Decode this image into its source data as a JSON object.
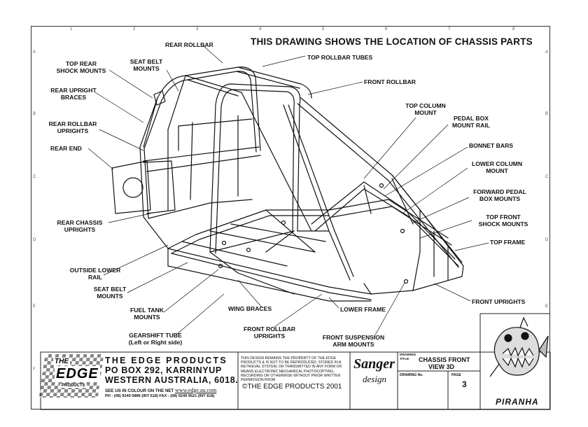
{
  "title": "THIS DRAWING SHOWS THE LOCATION OF CHASSIS PARTS",
  "border": {
    "top_numbers": [
      "1",
      "2",
      "3",
      "4",
      "5",
      "6",
      "7",
      "8"
    ],
    "side_letters": [
      "A",
      "B",
      "C",
      "D",
      "E",
      "F"
    ]
  },
  "labels": {
    "rear_rollbar": "REAR ROLLBAR",
    "top_rollbar_tubes": "TOP ROLLBAR TUBES",
    "top_rear_shock_mounts_1": "TOP REAR",
    "top_rear_shock_mounts_2": "SHOCK MOUNTS",
    "seat_belt_mounts_top_1": "SEAT BELT",
    "seat_belt_mounts_top_2": "MOUNTS",
    "front_rollbar": "FRONT ROLLBAR",
    "rear_upright_braces_1": "REAR UPRIGHT",
    "rear_upright_braces_2": "BRACES",
    "top_column_mount_1": "TOP COLUMN",
    "top_column_mount_2": "MOUNT",
    "rear_rollbar_uprights_1": "REAR ROLLBAR",
    "rear_rollbar_uprights_2": "UPRIGHTS",
    "pedal_box_mount_rail_1": "PEDAL BOX",
    "pedal_box_mount_rail_2": "MOUNT RAIL",
    "rear_end": "REAR END",
    "bonnet_bars": "BONNET BARS",
    "lower_column_mount_1": "LOWER COLUMN",
    "lower_column_mount_2": "MOUNT",
    "forward_pedal_box_mounts_1": "FORWARD PEDAL",
    "forward_pedal_box_mounts_2": "BOX MOUNTS",
    "top_front_shock_mounts_1": "TOP FRONT",
    "top_front_shock_mounts_2": "SHOCK MOUNTS",
    "rear_chassis_uprights_1": "REAR CHASSIS",
    "rear_chassis_uprights_2": "UPRIGHTS",
    "top_frame": "TOP FRAME",
    "outside_lower_rail_1": "OUTSIDE LOWER",
    "outside_lower_rail_2": "RAIL",
    "seat_belt_mounts_low_1": "SEAT BELT",
    "seat_belt_mounts_low_2": "MOUNTS",
    "front_uprights": "FRONT UPRIGHTS",
    "fuel_tank_mounts_1": "FUEL TANK",
    "fuel_tank_mounts_2": "MOUNTS",
    "wing_braces": "WING BRACES",
    "lower_frame": "LOWER FRAME",
    "front_rollbar_uprights_1": "FRONT ROLLBAR",
    "front_rollbar_uprights_2": "UPRIGHTS",
    "gearshift_tube_1": "GEARSHIFT TUBE",
    "gearshift_tube_2": "(Left or Right side)",
    "front_suspension_1": "FRONT SUSPENSION",
    "front_suspension_2": "ARM MOUNTS"
  },
  "title_block": {
    "logo_word": "EDGE",
    "logo_the": "THE",
    "logo_sub": "PRODUCTS",
    "company": "THE EDGE PRODUCTS",
    "address1": "PO BOX 292, KARRINYUP",
    "address2": "WESTERN AUSTRALIA, 6018.",
    "colour_note": "SEE US IN COLOUR ON THE NET",
    "website": "www.edge.au.com",
    "phone": "PH - (08) 9249 5886 (INT 618)    FAX - (08) 9249 9521 (INT 618)",
    "copyright_text": "THIS DESIGN REMAINS THE PROPERTY OF THE EDGE PRODUCTS & IS NOT TO BE REPRODUCED, STORED IN A RETRIEVAL SYSTEM, OR TRANSMITTED IN ANY FORM OR MEANS ELECTRONIC MECHANICAL PHOTOCOPYING, RECORDING OR OTHERWISE WITHOUT PRIOR WRITTEN PERMISSION FROM",
    "copyright_line": "©THE EDGE PRODUCTS 2001",
    "designer_1": "Sanger",
    "designer_2": "design",
    "drawing_title_label": "DRAWING TITLE",
    "drawing_title_1": "CHASSIS FRONT",
    "drawing_title_2": "VIEW 3D",
    "drawing_no_label": "DRAWING No.",
    "page_label": "PAGE",
    "page_number": "3",
    "mascot_name": "PIRANHA"
  }
}
